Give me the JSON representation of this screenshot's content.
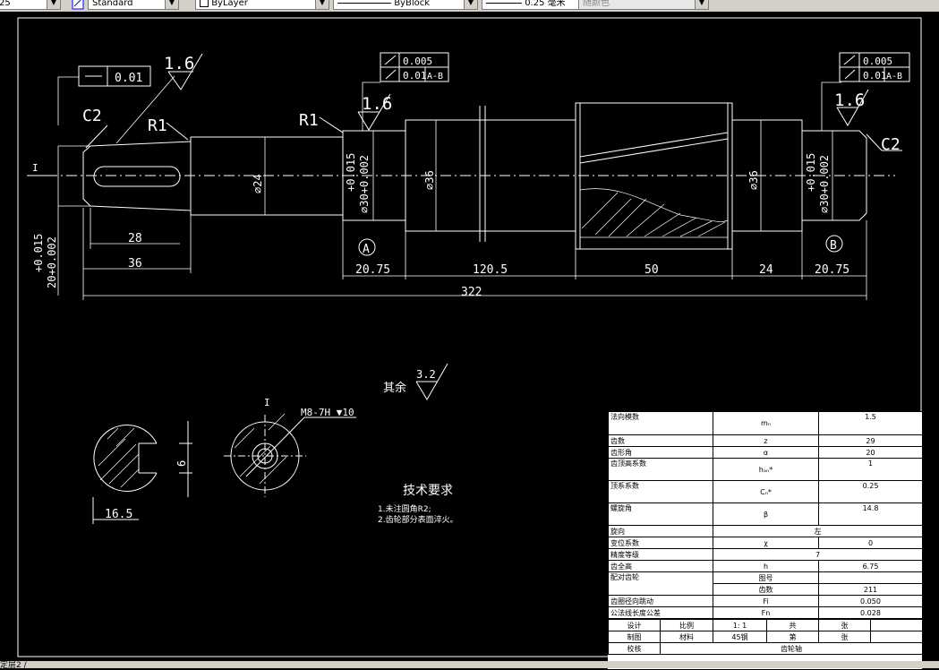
{
  "toolbar": {
    "combo_first": "25",
    "text_style": "Standard",
    "layer": "ByLayer",
    "linetype": "ByBlock",
    "lineweight": "0.25 毫米",
    "plot_style": "随颜色"
  },
  "drawing": {
    "roughness_top": "1.6",
    "flatness_value": "0.01",
    "chamfer_left": "C2",
    "fillet_left": "R1",
    "fillet_mid": "R1",
    "chamfer_right": "C2",
    "section_mark": "I",
    "tol_runout_1": "0.005",
    "tol_runout_2": "0.01",
    "tol_datum": "A-B",
    "dia24": "⌀24",
    "dia36_left": "⌀36",
    "dia36_right": "⌀36",
    "bearing_dia": "⌀30+0.002",
    "bearing_tol": "+0.015",
    "keyway_dim": "20+0.002",
    "keyway_tol": "+0.015",
    "datum_a": "A",
    "datum_b": "B",
    "len_28": "28",
    "len_36": "36",
    "len_2075_left": "20.75",
    "len_1205": "120.5",
    "len_50": "50",
    "len_24": "24",
    "len_2075_right": "20.75",
    "len_total": "322",
    "rest_roughness_label": "其余",
    "rest_roughness_value": "3.2",
    "section_width": "6",
    "section_depth": "16.5",
    "detail_label": "I",
    "thread_label": "M8-7H ▼10",
    "tech_title": "技术要求",
    "tech_items": [
      "1.未注圆角R2;",
      "2.齿轮部分表面淬火。"
    ]
  },
  "title_block": {
    "rows": [
      {
        "label": "法向模数",
        "sym": "mₙ",
        "value": "1.5"
      },
      {
        "label": "齿数",
        "sym": "z",
        "value": "29"
      },
      {
        "label": "齿形角",
        "sym": "α",
        "value": "20"
      },
      {
        "label": "齿顶高系数",
        "sym": "hₐₙ*",
        "value": "1"
      },
      {
        "label": "顶系系数",
        "sym": "Cₙ*",
        "value": "0.25"
      },
      {
        "label": "螺旋角",
        "sym": "β",
        "value": "14.8"
      }
    ],
    "direction_label": "旋向",
    "direction_value": "左",
    "shift_label": "变位系数",
    "shift_sym": "χ",
    "shift_value": "0",
    "grade_label": "精度等级",
    "grade_value": "7",
    "depth_label": "齿全高",
    "depth_sym": "h",
    "depth_value": "6.75",
    "mate_label": "配对齿轮",
    "mate_no_label": "图号",
    "mate_teeth_label": "齿数",
    "mate_teeth_value": "211",
    "runout_label": "齿圈径向跳动",
    "runout_sym": "Fi",
    "runout_value": "0.050",
    "length_label": "公法线长度公差",
    "length_sym": "Fn",
    "length_value": "0.028",
    "design": "设计",
    "scale_label": "比例",
    "scale_value": "1: 1",
    "total_label": "共",
    "sheet_label": "张",
    "drawn": "制图",
    "material_label": "材料",
    "material_value": "45钢",
    "page_label": "第",
    "page_sheet_label": "张",
    "checked": "校核",
    "part_name": "齿轮轴"
  },
  "status": {
    "text": "定层2 /"
  }
}
